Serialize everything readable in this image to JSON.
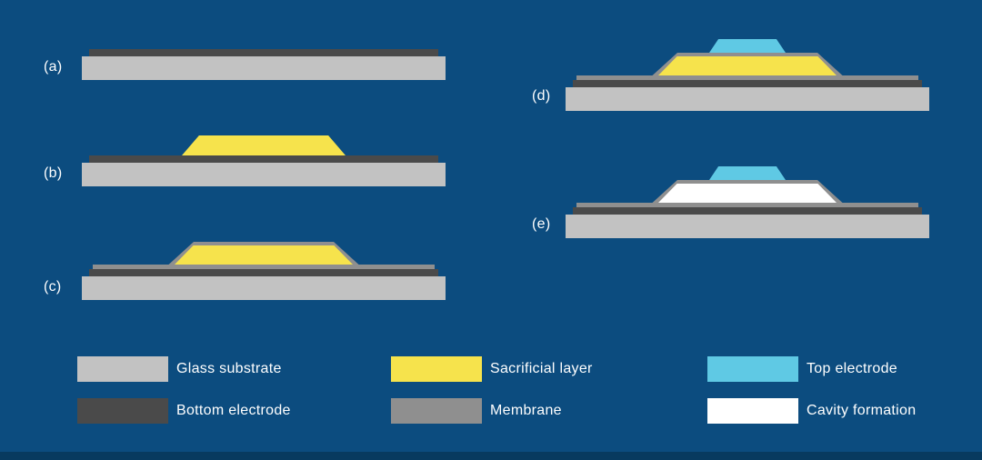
{
  "panels": {
    "a": {
      "label": "(a)"
    },
    "b": {
      "label": "(b)"
    },
    "c": {
      "label": "(c)"
    },
    "d": {
      "label": "(d)"
    },
    "e": {
      "label": "(e)"
    }
  },
  "legend": [
    {
      "label": "Glass substrate"
    },
    {
      "label": "Bottom electrode"
    },
    {
      "label": "Sacrificial layer"
    },
    {
      "label": "Membrane"
    },
    {
      "label": "Top electrode"
    },
    {
      "label": "Cavity formation"
    }
  ],
  "colors": {
    "background": "#0C4C7F",
    "footer": "#083A5F",
    "glass": "#C2C2C2",
    "bottom_electrode": "#4A4A4A",
    "sacrificial": "#F6E34C",
    "membrane": "#8F8F8F",
    "top_electrode": "#5FC9E4",
    "cavity": "#FFFFFF",
    "text": "#FFFFFF"
  }
}
